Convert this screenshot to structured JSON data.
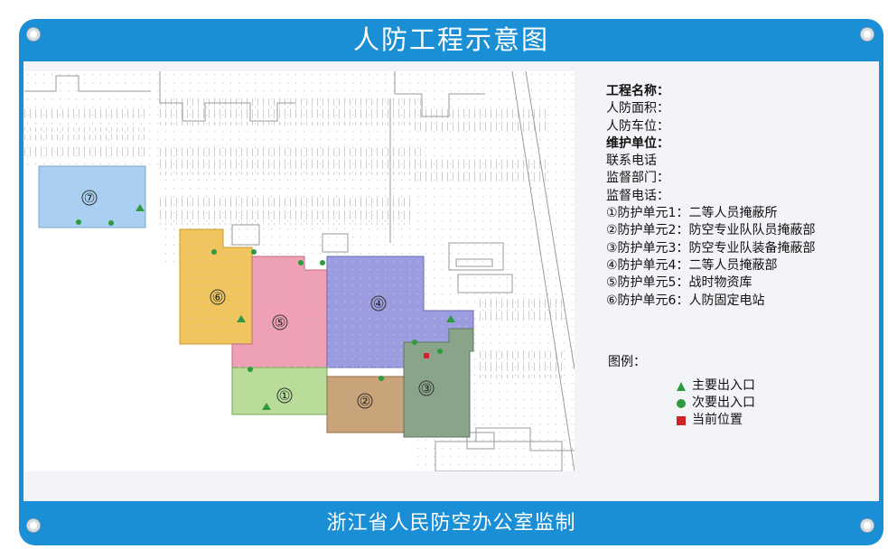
{
  "header": {
    "title": "人防工程示意图"
  },
  "footer": {
    "text": "浙江省人民防空办公室监制"
  },
  "info": {
    "fields": [
      "工程名称：",
      "人防面积：",
      "人防车位：",
      "维护单位：",
      "联系电话",
      "监督部门：",
      "监督电话："
    ],
    "units": [
      "①防护单元1：二等人员掩蔽所",
      "②防护单元2：防空专业队队员掩蔽部",
      "③防护单元3：防空专业队装备掩蔽部",
      "④防护单元4：二等人员掩蔽部",
      "⑤防护单元5：战时物资库",
      "⑥防护单元6：人防固定电站"
    ]
  },
  "legend": {
    "title": "图例：",
    "items": [
      {
        "label": "主要出入口",
        "icon": "triangle-icon",
        "color": "#2e9a3e"
      },
      {
        "label": "次要出入口",
        "icon": "circle-icon",
        "color": "#2e9a3e"
      },
      {
        "label": "当前位置",
        "icon": "square-icon",
        "color": "#d1232a"
      }
    ]
  },
  "map": {
    "zone_labels": [
      "①",
      "②",
      "③",
      "④",
      "⑤",
      "⑥",
      "⑦"
    ],
    "colors": {
      "zone1": "#b9dc9a",
      "zone2": "#c9a37a",
      "zone3": "#8aa48a",
      "zone4": "#9c9ce0",
      "zone5": "#f0a0b4",
      "zone6": "#f0c55e",
      "zone7": "#a9d0f2"
    }
  }
}
